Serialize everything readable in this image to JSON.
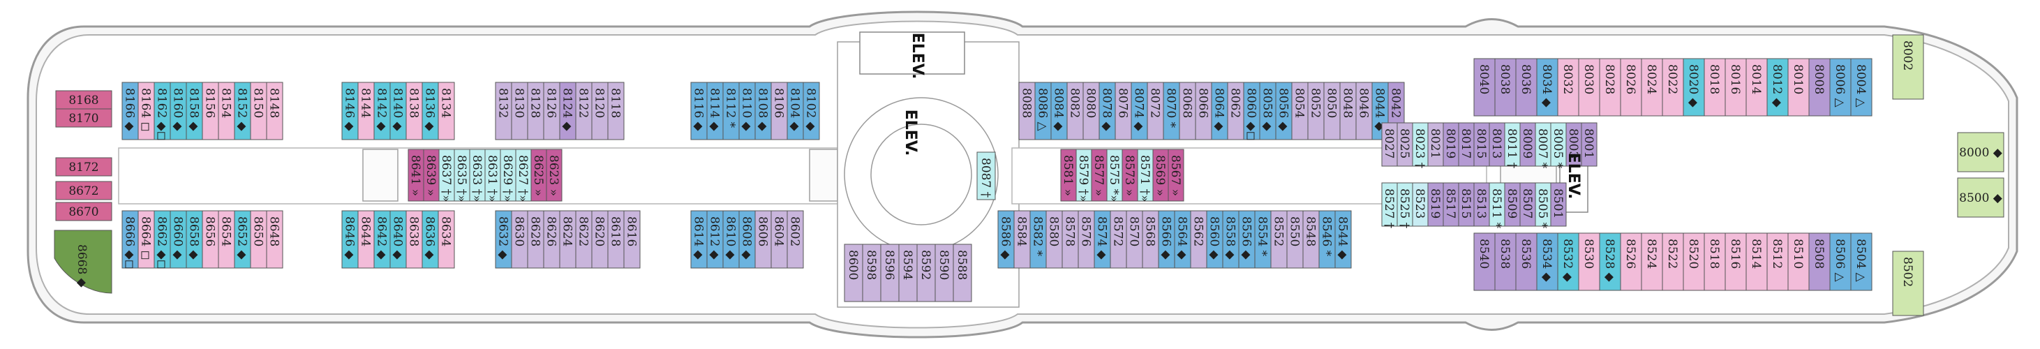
{
  "colors": {
    "pink": "#f2bcd9",
    "lavender": "#c9b5dc",
    "purple": "#b49ad3",
    "blue": "#6bb3df",
    "cyan": "#5ec9dc",
    "aqua": "#bfeff0",
    "magenta": "#c55c9c",
    "rose": "#d46795",
    "green": "#6f9d4c",
    "lightgreen": "#cfe7ae",
    "lightblue": "#c8ecf3",
    "hull": "#f2f2f2",
    "outline": "#8a8a8a"
  },
  "elevators": [
    "ELEV.",
    "ELEV.",
    "ELEV."
  ],
  "left_cabins": [
    {
      "label": "8168",
      "color": "rose"
    },
    {
      "label": "8170",
      "color": "rose"
    },
    {
      "label": "8172",
      "color": "rose"
    },
    {
      "label": "8672",
      "color": "rose"
    },
    {
      "label": "8670",
      "color": "rose"
    },
    {
      "label": "8668 ◆",
      "color": "green"
    }
  ],
  "forward_upper_cabins": [
    "8040",
    "8038",
    "8036",
    "8034 ◆",
    "8032",
    "8030",
    "8028",
    "8026",
    "8024",
    "8022",
    "8020 ◆",
    "8018",
    "8016",
    "8014",
    "8012 ◆",
    "8010",
    "8008",
    "8006 △",
    "8004 △"
  ],
  "forward_upper_colors": [
    "purple",
    "purple",
    "purple",
    "blue",
    "pink",
    "pink",
    "pink",
    "pink",
    "pink",
    "pink",
    "cyan",
    "pink",
    "pink",
    "pink",
    "cyan",
    "pink",
    "purple",
    "blue",
    "blue"
  ],
  "forward_lower_cabins": [
    "8540",
    "8538",
    "8536",
    "8534 ◆",
    "8532 ◆",
    "8530",
    "8528 ◆",
    "8526",
    "8524",
    "8522",
    "8520",
    "8518",
    "8516",
    "8514",
    "8512",
    "8510",
    "8508",
    "8506 △",
    "8504 △"
  ],
  "forward_lower_colors": [
    "purple",
    "purple",
    "purple",
    "blue",
    "cyan",
    "pink",
    "cyan",
    "pink",
    "pink",
    "pink",
    "pink",
    "pink",
    "pink",
    "pink",
    "pink",
    "pink",
    "purple",
    "blue",
    "blue"
  ],
  "upper_row_a": [
    "8166 ◆",
    "8164 ◻",
    "8162 ◆◻",
    "8160 ◆",
    "8158 ◆",
    "8156",
    "8154",
    "8152 ◆",
    "8150",
    "8148"
  ],
  "upper_row_a_colors": [
    "blue",
    "pink",
    "cyan",
    "cyan",
    "cyan",
    "pink",
    "pink",
    "cyan",
    "pink",
    "pink"
  ],
  "upper_row_b": [
    "8146 ◆",
    "8144",
    "8142 ◆",
    "8140 ◆",
    "8138",
    "8136 ◆",
    "8134"
  ],
  "upper_row_b_colors": [
    "cyan",
    "pink",
    "cyan",
    "cyan",
    "pink",
    "cyan",
    "pink"
  ],
  "upper_row_c": [
    "8132",
    "8130",
    "8128",
    "8126",
    "8124 ◆",
    "8122",
    "8120",
    "8118"
  ],
  "upper_row_c_colors": [
    "lavender",
    "lavender",
    "lavender",
    "lavender",
    "purple",
    "lavender",
    "lavender",
    "lavender"
  ],
  "upper_row_d": [
    "8116 ◆",
    "8114 ◆",
    "8112 *",
    "8110 ◆",
    "8108 ◆",
    "8106",
    "8104 ◆",
    "8102 ◆"
  ],
  "upper_row_d_colors": [
    "blue",
    "blue",
    "blue",
    "blue",
    "blue",
    "lavender",
    "blue",
    "blue"
  ],
  "upper_row_e": [
    "8088",
    "8086 △",
    "8084 ◆",
    "8082",
    "8080",
    "8078 ◆",
    "8076",
    "8074 ◆",
    "8072",
    "8070 *",
    "8068",
    "8066",
    "8064 ◆",
    "8062",
    "8060 ◆◻",
    "8058 ◆",
    "8056 ◆",
    "8054",
    "8052",
    "8050",
    "8048",
    "8046",
    "8044 ◆",
    "8042"
  ],
  "upper_row_e_colors": [
    "lavender",
    "blue",
    "blue",
    "lavender",
    "lavender",
    "blue",
    "lavender",
    "blue",
    "lavender",
    "blue",
    "lavender",
    "lavender",
    "blue",
    "lavender",
    "blue",
    "blue",
    "blue",
    "lavender",
    "lavender",
    "lavender",
    "lavender",
    "lavender",
    "blue",
    "purple"
  ],
  "lower_row_a": [
    "8666 ◆◻",
    "8664 ◻",
    "8662 ◆◻",
    "8660 ◆",
    "8658 ◆",
    "8656",
    "8654",
    "8652 ◆",
    "8650",
    "8648"
  ],
  "lower_row_a_colors": [
    "blue",
    "pink",
    "cyan",
    "cyan",
    "cyan",
    "pink",
    "pink",
    "cyan",
    "pink",
    "pink"
  ],
  "lower_row_b": [
    "8646 ◆",
    "8644",
    "8642 ◆",
    "8640 ◆",
    "8638",
    "8636 ◆",
    "8634"
  ],
  "lower_row_b_colors": [
    "cyan",
    "pink",
    "cyan",
    "cyan",
    "pink",
    "cyan",
    "pink"
  ],
  "lower_row_c": [
    "8632 ◆",
    "8630",
    "8628",
    "8626",
    "8624",
    "8622",
    "8620",
    "8618",
    "8616"
  ],
  "lower_row_c_colors": [
    "blue",
    "lavender",
    "lavender",
    "lavender",
    "lavender",
    "lavender",
    "lavender",
    "lavender",
    "lavender"
  ],
  "lower_row_d": [
    "8614 ◆",
    "8612 ◆",
    "8610 ◆",
    "8608 ◆",
    "8606",
    "8604",
    "8602"
  ],
  "lower_row_d_colors": [
    "blue",
    "blue",
    "blue",
    "blue",
    "lavender",
    "lavender",
    "lavender"
  ],
  "lower_row_mid": [
    "8600",
    "8598",
    "8596",
    "8594",
    "8592",
    "8590",
    "8588"
  ],
  "lower_row_e": [
    "8586 ◆",
    "8584",
    "8582 *",
    "8580",
    "8578",
    "8576",
    "8574 ◆",
    "8572",
    "8570",
    "8568",
    "8566 ◆",
    "8564 ◆",
    "8562",
    "8560 ◆",
    "8558 ◆",
    "8556 ◆",
    "8554 *",
    "8552",
    "8550",
    "8548",
    "8546 *",
    "8544 ◆"
  ],
  "lower_row_e_colors": [
    "blue",
    "lavender",
    "blue",
    "lavender",
    "lavender",
    "lavender",
    "blue",
    "lavender",
    "lavender",
    "lavender",
    "blue",
    "blue",
    "lavender",
    "blue",
    "blue",
    "blue",
    "blue",
    "lavender",
    "lavender",
    "lavender",
    "blue",
    "blue"
  ],
  "inner_aft": [
    "8641 »",
    "8639 »",
    "8637 †»",
    "8635 †»",
    "8633 †»",
    "8631 †»",
    "8629 †»",
    "8627 †»",
    "8625 »",
    "8623 »"
  ],
  "inner_aft_colors": [
    "magenta",
    "magenta",
    "aqua",
    "aqua",
    "aqua",
    "aqua",
    "aqua",
    "aqua",
    "magenta",
    "magenta"
  ],
  "inner_mid": [
    "8581 »",
    "8579 †»",
    "8577 »",
    "8575 *»",
    "8573 »",
    "8571 †»",
    "8569 »",
    "8567 »"
  ],
  "inner_mid_colors": [
    "magenta",
    "aqua",
    "magenta",
    "aqua",
    "magenta",
    "aqua",
    "magenta",
    "magenta"
  ],
  "single_8087": "8087 †",
  "inner_fwd_upper": [
    "8027",
    "8025",
    "8023 †",
    "8021",
    "8019",
    "8017",
    "8015",
    "8013",
    "8011 †",
    "8009",
    "8007 *",
    "8005 *",
    "8003",
    "8001"
  ],
  "inner_fwd_upper_colors": [
    "lavender",
    "lavender",
    "aqua",
    "lavender",
    "purple",
    "purple",
    "purple",
    "purple",
    "aqua",
    "purple",
    "aqua",
    "aqua",
    "purple",
    "purple"
  ],
  "inner_fwd_lower": [
    "8527 †",
    "8525 †",
    "8523",
    "8519",
    "8517",
    "8515",
    "8513",
    "8511 *",
    "8509",
    "8507",
    "8505 *",
    "8501"
  ],
  "inner_fwd_lower_colors": [
    "aqua",
    "aqua",
    "lightblue",
    "purple",
    "purple",
    "purple",
    "purple",
    "aqua",
    "purple",
    "purple",
    "aqua",
    "purple"
  ],
  "bow_cabins": [
    {
      "label": "8002",
      "color": "lightgreen"
    },
    {
      "label": "8000 ◆",
      "color": "lightgreen"
    },
    {
      "label": "8500 ◆",
      "color": "lightgreen"
    },
    {
      "label": "8502",
      "color": "lightgreen"
    }
  ]
}
